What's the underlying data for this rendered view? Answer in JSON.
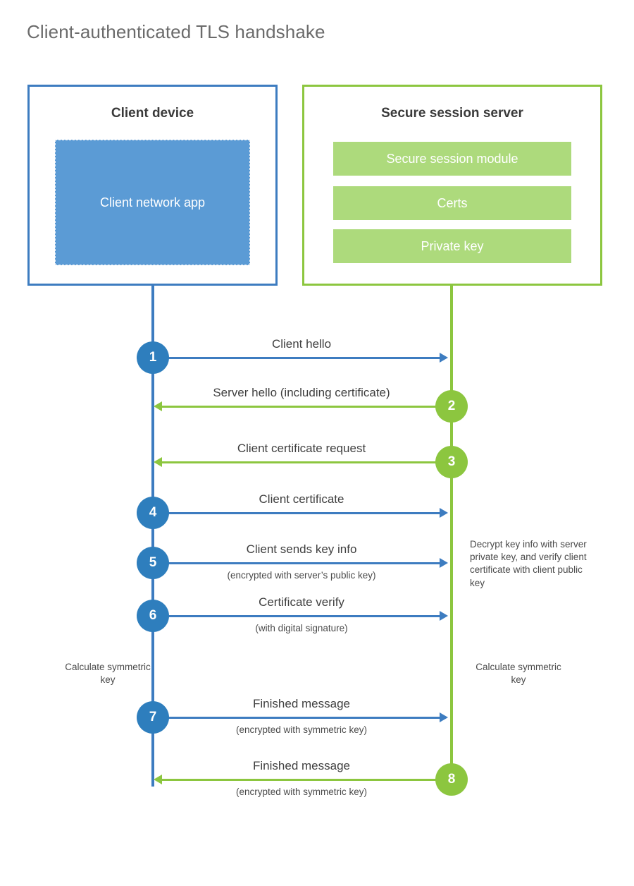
{
  "title": "Client-authenticated TLS handshake",
  "colors": {
    "client_blue": "#3d7cc0",
    "client_circle_blue": "#2e7ebd",
    "client_app_fill": "#5b9bd5",
    "server_green": "#8cc63f",
    "server_item_fill": "#adda7c",
    "title_gray": "#6b6b6b",
    "label_gray": "#3f3f3f"
  },
  "client": {
    "title": "Client device",
    "app_label": "Client network app"
  },
  "server": {
    "title": "Secure session server",
    "items": [
      {
        "label": "Secure session module"
      },
      {
        "label": "Certs"
      },
      {
        "label": "Private key"
      }
    ]
  },
  "steps": [
    {
      "number": "1",
      "label": "Client hello",
      "sublabel": "",
      "direction": "right",
      "color": "blue"
    },
    {
      "number": "2",
      "label": "Server hello (including certificate)",
      "sublabel": "",
      "direction": "left",
      "color": "green"
    },
    {
      "number": "3",
      "label": "Client certificate request",
      "sublabel": "",
      "direction": "left",
      "color": "green"
    },
    {
      "number": "4",
      "label": "Client certificate",
      "sublabel": "",
      "direction": "right",
      "color": "blue"
    },
    {
      "number": "5",
      "label": "Client sends key info",
      "sublabel": "(encrypted with server’s public key)",
      "direction": "right",
      "color": "blue"
    },
    {
      "number": "6",
      "label": "Certificate verify",
      "sublabel": "(with digital signature)",
      "direction": "right",
      "color": "blue"
    },
    {
      "number": "7",
      "label": "Finished message",
      "sublabel": "(encrypted with symmetric key)",
      "direction": "right",
      "color": "blue"
    },
    {
      "number": "8",
      "label": "Finished message",
      "sublabel": "(encrypted with symmetric key)",
      "direction": "left",
      "color": "green"
    }
  ],
  "notes": {
    "decrypt": "Decrypt key info with server private key, and verify client certificate with client public key",
    "client_symmetric": "Calculate symmetric key",
    "server_symmetric": "Calculate symmetric key"
  }
}
